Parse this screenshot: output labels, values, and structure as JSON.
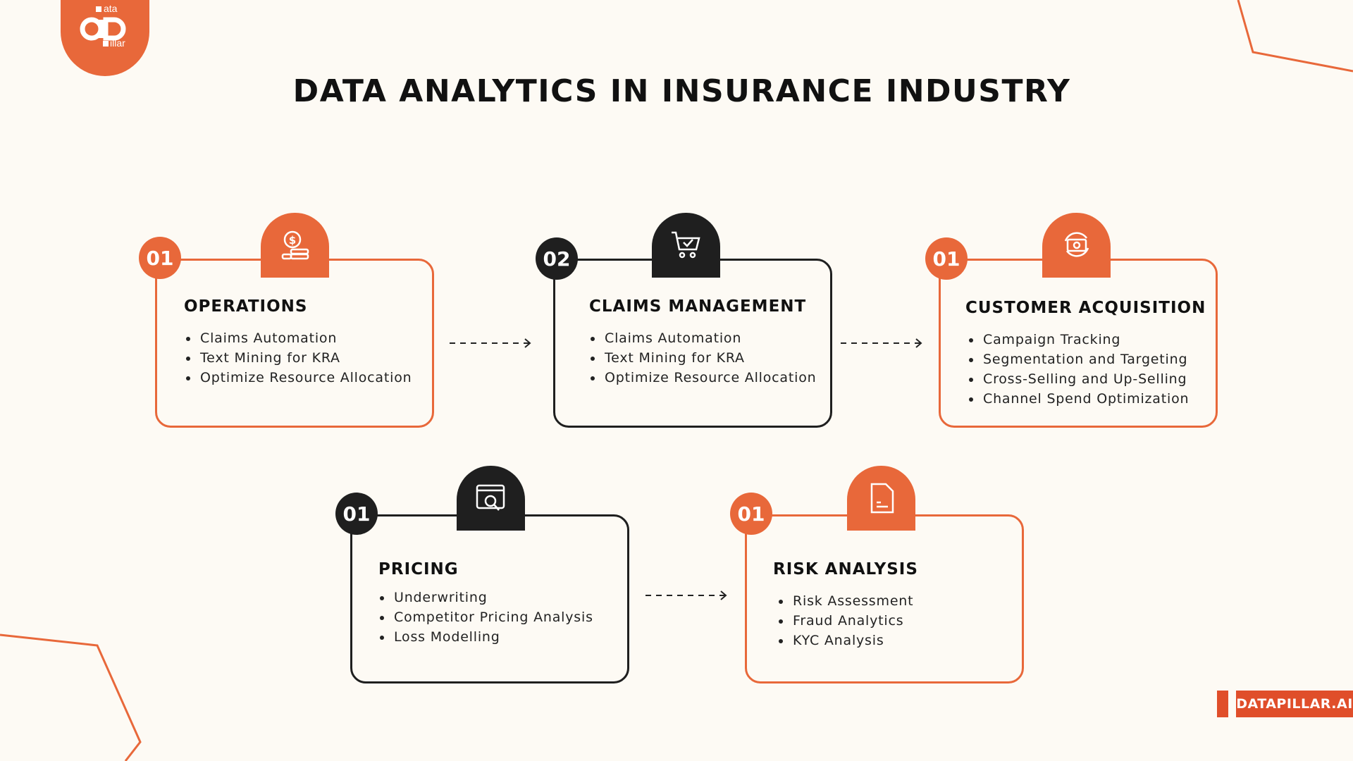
{
  "logo": {
    "text_top": "ata",
    "text_bottom": "illar",
    "brand": "dataPillar"
  },
  "title": "DATA ANALYTICS IN INSURANCE INDUSTRY",
  "colors": {
    "orange": "#e8683a",
    "dark": "#1f1f1f",
    "background": "#fdfaf4",
    "badge": "#e04e2a"
  },
  "cards": [
    {
      "number": "01",
      "heading": "OPERATIONS",
      "icon": "money-coins-icon",
      "items": [
        "Claims Automation",
        "Text Mining for KRA",
        "Optimize Resource Allocation"
      ]
    },
    {
      "number": "02",
      "heading": "CLAIMS MANAGEMENT",
      "icon": "shopping-cart-icon",
      "items": [
        "Claims Automation",
        "Text Mining for KRA",
        "Optimize Resource Allocation"
      ]
    },
    {
      "number": "01",
      "heading": "CUSTOMER ACQUISITION",
      "icon": "cash-cycle-icon",
      "items": [
        "Campaign Tracking",
        "Segmentation and Targeting",
        "Cross-Selling and Up-Selling",
        "Channel Spend Optimization"
      ]
    },
    {
      "number": "01",
      "heading": "PRICING",
      "icon": "browser-search-icon",
      "items": [
        "Underwriting",
        "Competitor Pricing Analysis",
        "Loss Modelling"
      ]
    },
    {
      "number": "01",
      "heading": "RISK ANALYSIS",
      "icon": "document-icon",
      "items": [
        "Risk Assessment",
        "Fraud Analytics",
        "KYC Analysis"
      ]
    }
  ],
  "badge": "DATAPILLAR.AI"
}
